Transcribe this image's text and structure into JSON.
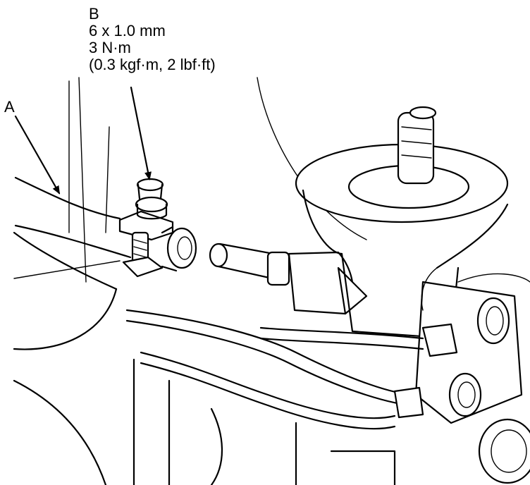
{
  "labels": {
    "a": "A",
    "b": {
      "letter": "B",
      "size": "6 x 1.0 mm",
      "torque": "3 N·m",
      "torque_alt": "(0.3 kgf·m, 2 lbf·ft)"
    }
  },
  "colors": {
    "ink": "#000000",
    "background": "#ffffff"
  }
}
